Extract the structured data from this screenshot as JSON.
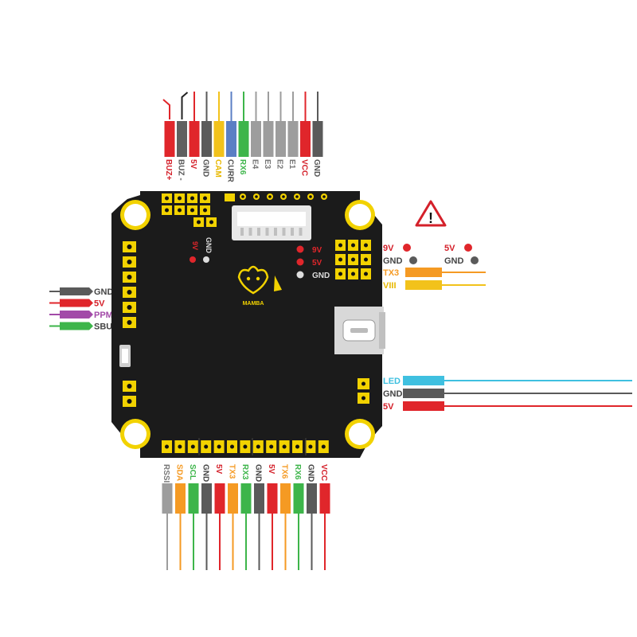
{
  "top_connector": {
    "wires": [
      {
        "label": "BUZ+",
        "color": "#e0262b",
        "text_color": "#d4202a"
      },
      {
        "label": "BUZ -",
        "color": "#606060",
        "text_color": "#555555"
      },
      {
        "label": "5V",
        "color": "#e0262b",
        "text_color": "#d4202a"
      },
      {
        "label": "GND",
        "color": "#5a5a5a",
        "text_color": "#555555"
      },
      {
        "label": "CAM",
        "color": "#f2c21b",
        "text_color": "#e8b800"
      },
      {
        "label": "CURR",
        "color": "#5b7fc4",
        "text_color": "#555555"
      },
      {
        "label": "RX6",
        "color": "#3db54a",
        "text_color": "#3db54a"
      },
      {
        "label": "E4",
        "color": "#9d9d9d",
        "text_color": "#777777"
      },
      {
        "label": "E3",
        "color": "#9d9d9d",
        "text_color": "#777777"
      },
      {
        "label": "E2",
        "color": "#9d9d9d",
        "text_color": "#777777"
      },
      {
        "label": "E1",
        "color": "#9d9d9d",
        "text_color": "#777777"
      },
      {
        "label": "VCC",
        "color": "#e0262b",
        "text_color": "#d4202a"
      },
      {
        "label": "GND",
        "color": "#5a5a5a",
        "text_color": "#555555"
      }
    ]
  },
  "left_connector": {
    "wires": [
      {
        "label": "GND",
        "color": "#5a5a5a",
        "text_color": "#444444"
      },
      {
        "label": "5V",
        "color": "#e0262b",
        "text_color": "#d4202a"
      },
      {
        "label": "PPM",
        "color": "#a24aa8",
        "text_color": "#a24aa8"
      },
      {
        "label": "SBUS",
        "color": "#3db54a",
        "text_color": "#444444"
      }
    ]
  },
  "right_top": {
    "warning": "!",
    "pads": [
      {
        "label": "9V",
        "dot": "#e0262b",
        "text_color": "#d4202a"
      },
      {
        "label": "5V",
        "dot": "#e0262b",
        "text_color": "#d4202a"
      },
      {
        "label": "GND",
        "dot": "#5a5a5a",
        "text_color": "#444444"
      },
      {
        "label": "GND",
        "dot": "#5a5a5a",
        "text_color": "#444444"
      }
    ],
    "wires": [
      {
        "label": "TX3",
        "color": "#f59a23",
        "text_color": "#f59a23"
      },
      {
        "label": "VIII",
        "color": "#f2c21b",
        "text_color": "#e8b800"
      }
    ]
  },
  "right_bottom": {
    "wires": [
      {
        "label": "LED",
        "color": "#3fc0e0",
        "text_color": "#3fc0e0"
      },
      {
        "label": "GND",
        "color": "#5a5a5a",
        "text_color": "#444444"
      },
      {
        "label": "5V",
        "color": "#e0262b",
        "text_color": "#d4202a"
      }
    ]
  },
  "bottom_connector": {
    "wires": [
      {
        "label": "RSSI",
        "color": "#9d9d9d",
        "text_color": "#777777"
      },
      {
        "label": "SDA",
        "color": "#f59a23",
        "text_color": "#f59a23"
      },
      {
        "label": "SCL",
        "color": "#3db54a",
        "text_color": "#3db54a"
      },
      {
        "label": "GND",
        "color": "#5a5a5a",
        "text_color": "#444444"
      },
      {
        "label": "5V",
        "color": "#e0262b",
        "text_color": "#d4202a"
      },
      {
        "label": "TX3",
        "color": "#f59a23",
        "text_color": "#f59a23"
      },
      {
        "label": "RX3",
        "color": "#3db54a",
        "text_color": "#3db54a"
      },
      {
        "label": "GND",
        "color": "#5a5a5a",
        "text_color": "#444444"
      },
      {
        "label": "5V",
        "color": "#e0262b",
        "text_color": "#d4202a"
      },
      {
        "label": "TX6",
        "color": "#f59a23",
        "text_color": "#f59a23"
      },
      {
        "label": "RX6",
        "color": "#3db54a",
        "text_color": "#3db54a"
      },
      {
        "label": "GND",
        "color": "#5a5a5a",
        "text_color": "#444444"
      },
      {
        "label": "VCC",
        "color": "#e0262b",
        "text_color": "#d4202a"
      }
    ]
  },
  "board": {
    "logo_text": "MAMBA",
    "center_pads": [
      {
        "label": "9V",
        "color": "#e0262b"
      },
      {
        "label": "5V",
        "color": "#e0262b"
      },
      {
        "label": "GND",
        "color": "#dddddd"
      }
    ],
    "left_pads": [
      {
        "label": "9V",
        "color": "#e0262b"
      },
      {
        "label": "GND",
        "color": "#dddddd"
      }
    ],
    "colors": {
      "pcb": "#1b1b1b",
      "pad": "#f2d200",
      "hole": "#111111"
    }
  }
}
